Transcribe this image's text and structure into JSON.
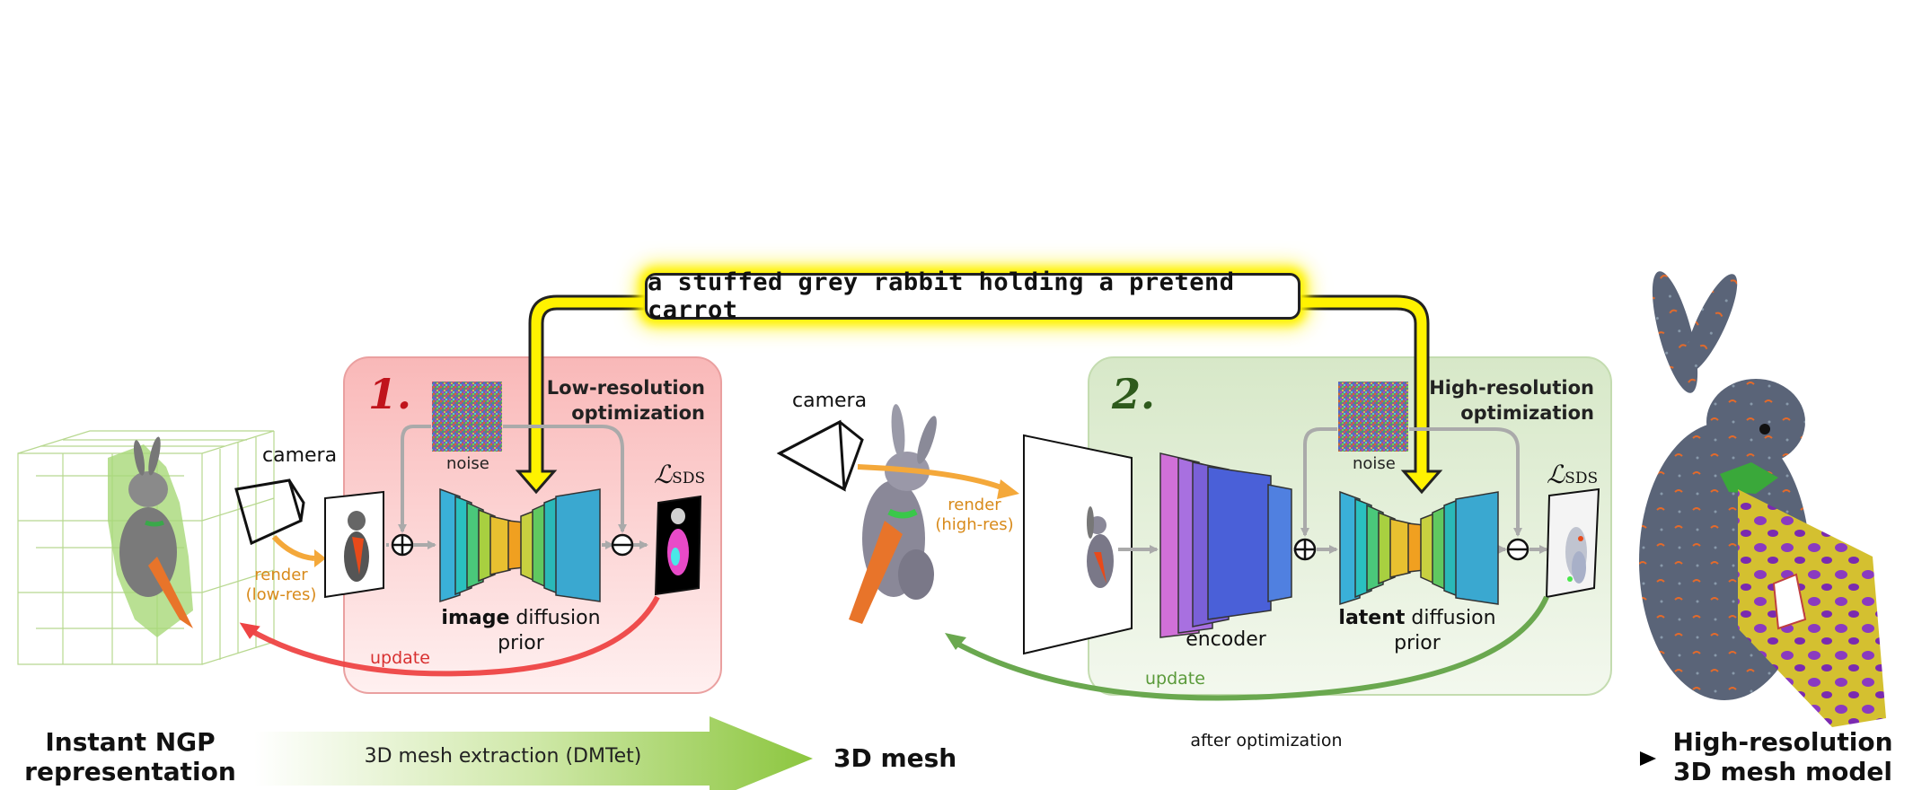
{
  "prompt": "a stuffed grey rabbit holding a pretend carrot",
  "stage1": {
    "number": "1.",
    "title_line1": "Low-resolution",
    "title_line2": "optimization",
    "noise": "noise",
    "camera": "camera",
    "render_line1": "render",
    "render_line2": "(low-res)",
    "prior_bold": "image",
    "prior_rest": " diffusion",
    "prior_line2": "prior",
    "loss": "ℒ",
    "loss_sub": "SDS",
    "update": "update"
  },
  "stage2": {
    "number": "2.",
    "title_line1": "High-resolution",
    "title_line2": "optimization",
    "noise": "noise",
    "camera": "camera",
    "render_line1": "render",
    "render_line2": "(high-res)",
    "encoder": "encoder",
    "prior_bold": "latent",
    "prior_rest": " diffusion",
    "prior_line2": "prior",
    "loss": "ℒ",
    "loss_sub": "SDS",
    "update": "update"
  },
  "bottom": {
    "ngp_line1": "Instant NGP",
    "ngp_line2": "representation",
    "extraction": "3D mesh extraction (DMTet)",
    "mesh": "3D mesh",
    "after": "after optimization",
    "hr_line1": "High-resolution",
    "hr_line2": "3D mesh model"
  },
  "colors": {
    "stage1_bg": "#fde0e0",
    "stage2_bg": "#e6f0dc",
    "render_arrow": "#f4a83a",
    "update1": "#ee4444",
    "update2": "#6aa84f",
    "prompt_glow": "#fff200",
    "stage1_number": "#c0141c",
    "stage2_number": "#2e5a1c"
  },
  "icons": [
    "camera-icon",
    "plus-circle-icon",
    "minus-circle-icon",
    "noise-image",
    "rabbit-image",
    "voxel-grid"
  ]
}
